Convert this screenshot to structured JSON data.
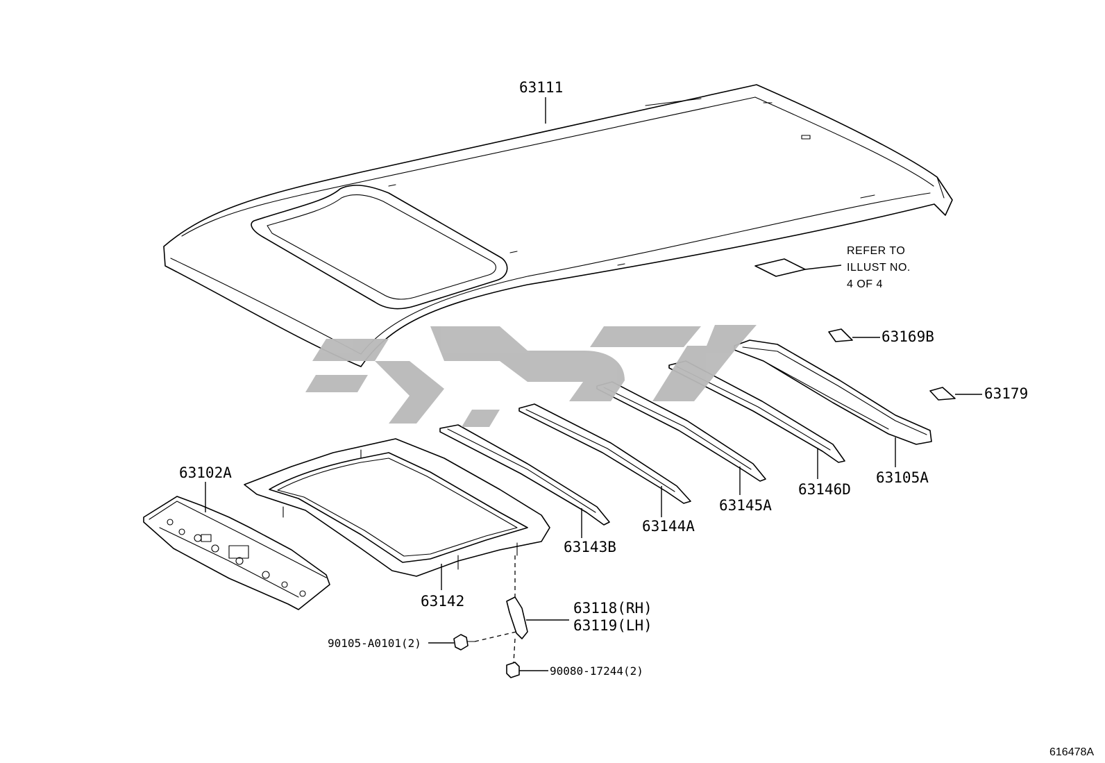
{
  "diagram": {
    "parts": [
      {
        "id": "roof-panel",
        "label": "63111"
      },
      {
        "id": "front-header",
        "label": "63102A"
      },
      {
        "id": "sunroof-reinforcement",
        "label": "63142"
      },
      {
        "id": "bow-143",
        "label": "63143B"
      },
      {
        "id": "bow-144",
        "label": "63144A"
      },
      {
        "id": "bow-145",
        "label": "63145A"
      },
      {
        "id": "bow-146",
        "label": "63146D"
      },
      {
        "id": "rear-header",
        "label": "63105A"
      },
      {
        "id": "patch-169",
        "label": "63169B"
      },
      {
        "id": "patch-179",
        "label": "63179"
      },
      {
        "id": "bracket-rh",
        "label": "63118(RH)"
      },
      {
        "id": "bracket-lh",
        "label": "63119(LH)"
      },
      {
        "id": "bolt",
        "label": "90105-A0101(2)"
      },
      {
        "id": "nut",
        "label": "90080-17244(2)"
      }
    ],
    "reference_note": [
      "REFER TO",
      "ILLUST NO.",
      "4 OF 4"
    ],
    "illustration_code": "616478A"
  },
  "colors": {
    "line": "#000000",
    "watermark": "#b9b9b9",
    "background": "#ffffff"
  }
}
